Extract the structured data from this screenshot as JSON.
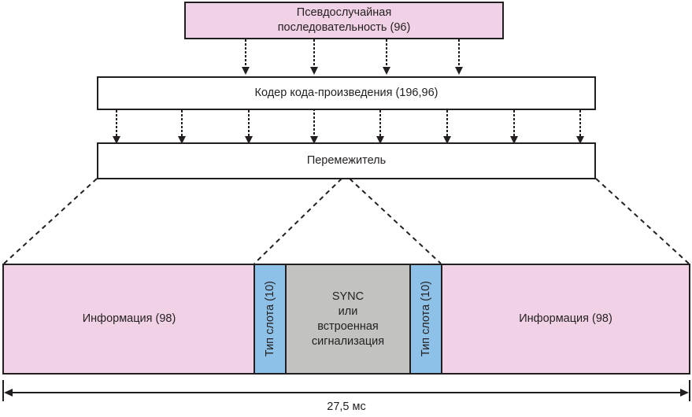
{
  "diagram": {
    "pseudo_random": {
      "line1": "Псевдослучайная",
      "line2": "последовательность (96)"
    },
    "encoder": {
      "label": "Кодер кода-произведения (196,96)"
    },
    "interleaver": {
      "label": "Перемежитель"
    },
    "frame": {
      "info_left": "Информация (98)",
      "slot_type_left": "Тип слота (10)",
      "sync": {
        "line1": "SYNC",
        "line2": "или",
        "line3": "встроенная",
        "line4": "сигнализация"
      },
      "slot_type_right": "Тип слота (10)",
      "info_right": "Информация (98)"
    },
    "duration": {
      "label": "27,5 мс"
    },
    "colors": {
      "info": "#f1d1e5",
      "slot_type": "#8ec1e7",
      "sync": "#c2c3c1",
      "outline": "#231f20"
    }
  }
}
